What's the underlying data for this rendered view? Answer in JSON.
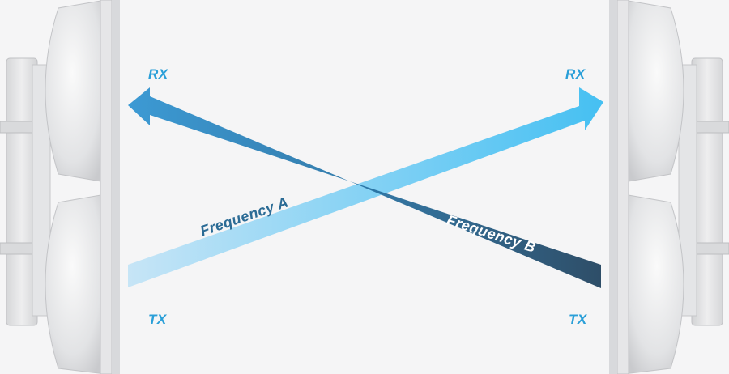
{
  "labels": {
    "rx_left": "RX",
    "rx_right": "RX",
    "tx_left": "TX",
    "tx_right": "TX",
    "frequency_a": "Frequency A",
    "frequency_b": "Frequency B"
  },
  "colors": {
    "background": "#f5f5f6",
    "port_label": "#2a9fd8",
    "frequency_a_light": "#bfe2f6",
    "frequency_a_bright": "#47c1f3",
    "frequency_b_bright": "#2a8fcf",
    "frequency_b_dark": "#1f4664",
    "frequency_a_text": "#2b6b95",
    "frequency_b_text": "#ffffff"
  }
}
